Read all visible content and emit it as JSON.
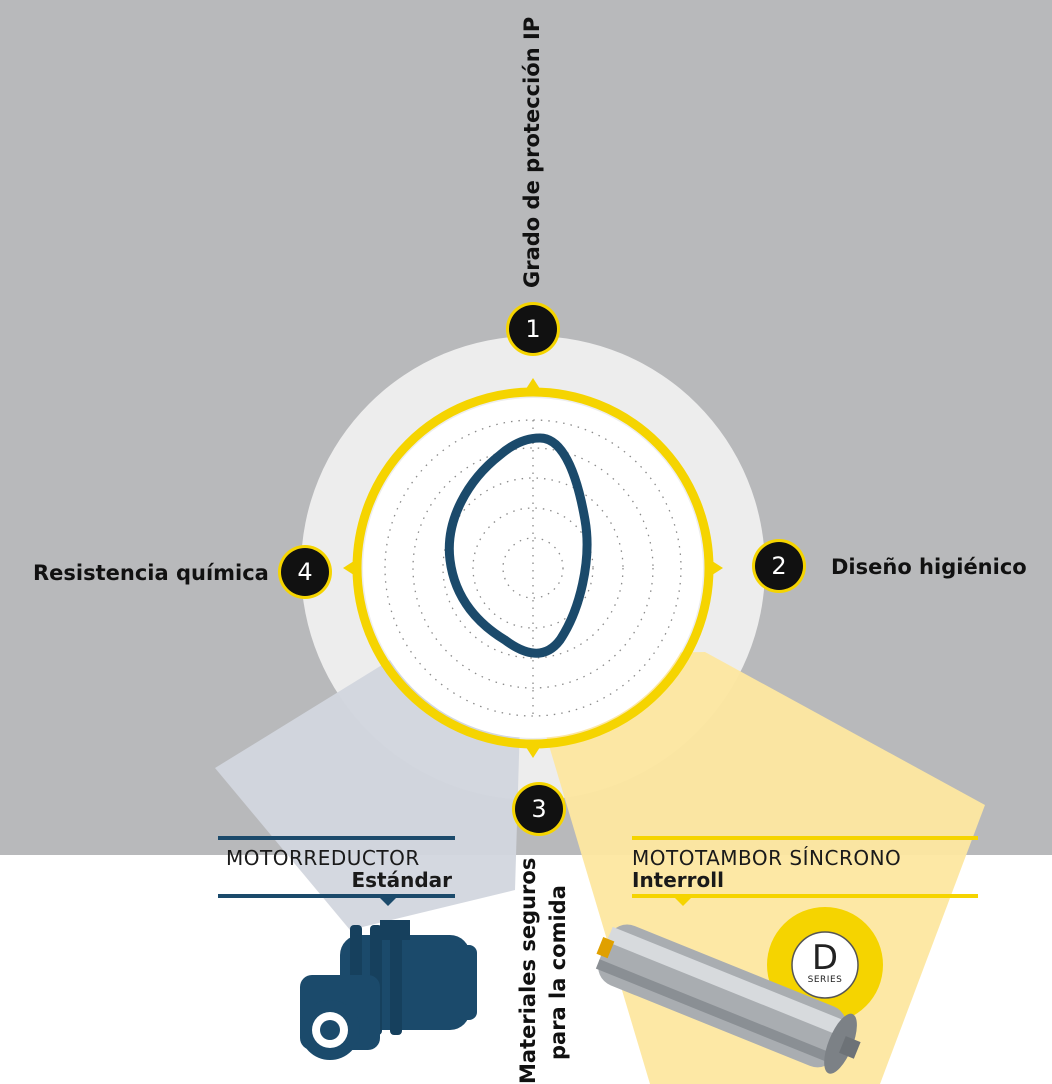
{
  "criteria": [
    {
      "number": "1",
      "label": "Grado de protección IP"
    },
    {
      "number": "2",
      "label": "Diseño higiénico"
    },
    {
      "number": "3",
      "label_line1": "Materiales seguros",
      "label_line2": "para la comida"
    },
    {
      "number": "4",
      "label": "Resistencia química"
    }
  ],
  "products": {
    "standard": {
      "line1": "MOTORREDUCTOR",
      "line2": "Estándar",
      "color": "#1b4a6b"
    },
    "interroll": {
      "line1": "MOTOTAMBOR SÍNCRONO",
      "line2": "Interroll",
      "color": "#f5d400",
      "badge_letter": "D",
      "badge_text": "SERIES"
    }
  },
  "colors": {
    "background_top": "#b8b9bb",
    "accent_yellow": "#f5d400",
    "standard_blue": "#1b4a6b",
    "circle_light": "#ededed"
  }
}
